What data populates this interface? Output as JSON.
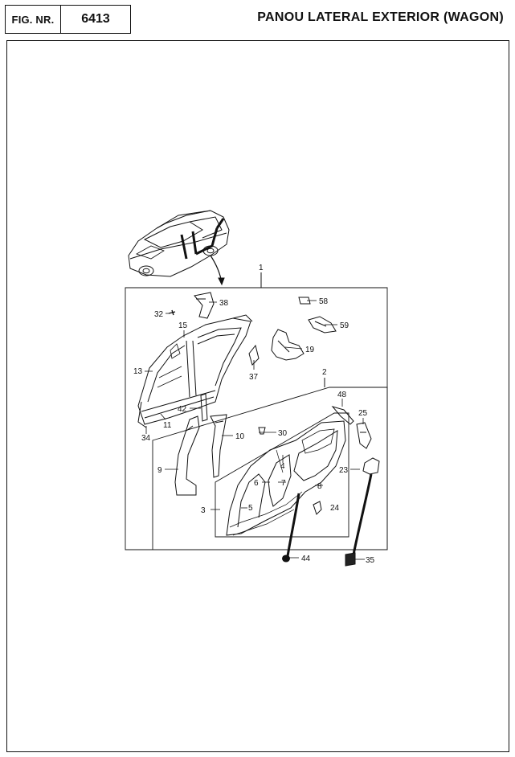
{
  "header": {
    "fig_label": "FIG. NR.",
    "fig_number": "6413",
    "title": "PANOU LATERAL EXTERIOR (WAGON)"
  },
  "callouts": {
    "c1": "1",
    "c2": "2",
    "c3": "3",
    "c4": "4",
    "c5": "5",
    "c6": "6",
    "c7": "7",
    "c8": "8",
    "c9": "9",
    "c10": "10",
    "c11": "11",
    "c13": "13",
    "c15": "15",
    "c19": "19",
    "c23": "23",
    "c24": "24",
    "c25": "25",
    "c30": "30",
    "c32": "32",
    "c34": "34",
    "c35": "35",
    "c37": "37",
    "c38": "38",
    "c42": "42",
    "c44": "44",
    "c48": "48",
    "c58": "58",
    "c59": "59"
  }
}
